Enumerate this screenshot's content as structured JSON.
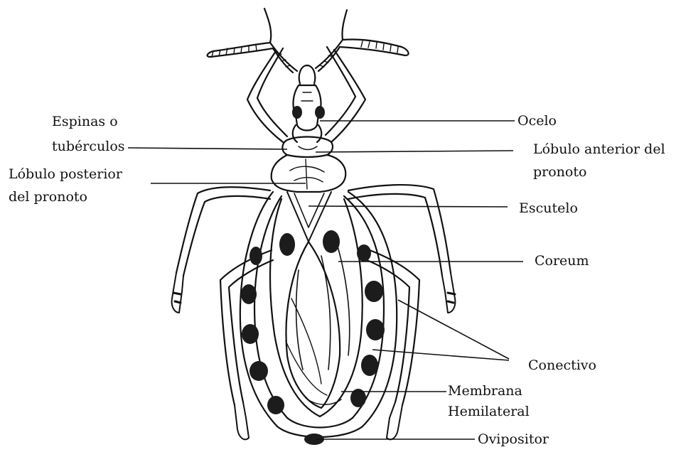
{
  "colors": {
    "ink": "#111111",
    "spot": "#1c1c1c",
    "background": "#ffffff"
  },
  "labels": {
    "espinas_1": "Espinas o",
    "espinas_2": "tubérculos",
    "lobulo_post_1": "Lóbulo posterior",
    "lobulo_post_2": "del pronoto",
    "ocelo": "Ocelo",
    "lobulo_ant_1": "Lóbulo anterior del",
    "lobulo_ant_2": "pronoto",
    "escutelo": "Escutelo",
    "coreum": "Coreum",
    "conectivo": "Conectivo",
    "membrana_1": "Membrana",
    "membrana_2": "Hemilateral",
    "ovipositor": "Ovipositor"
  }
}
